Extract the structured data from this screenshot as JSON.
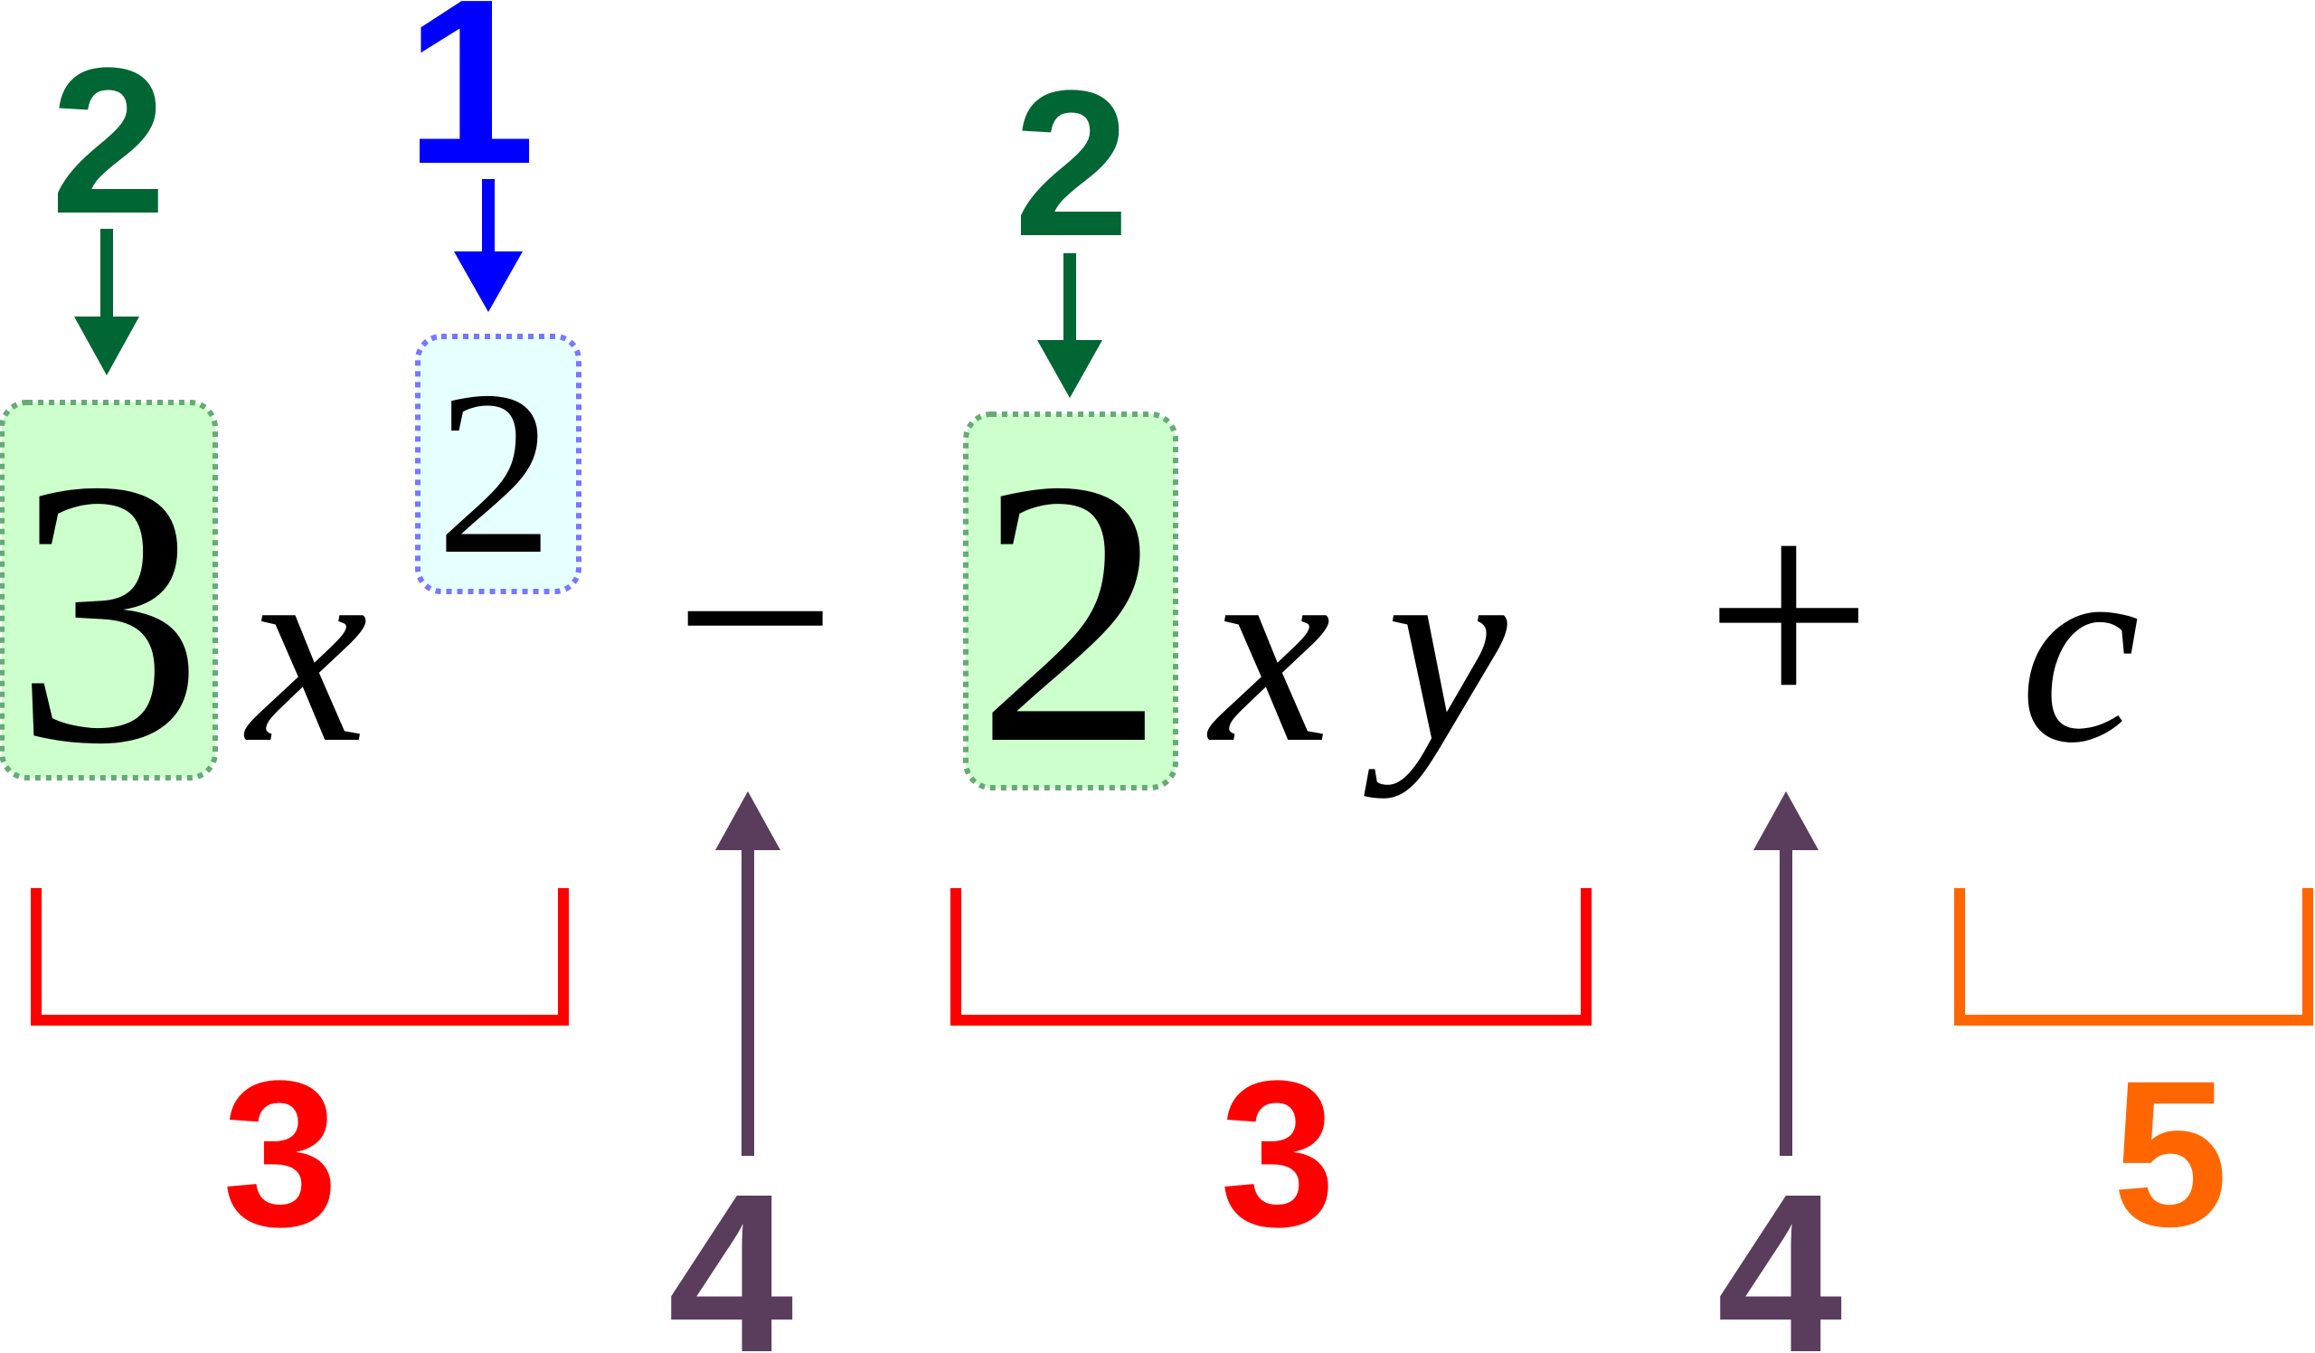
{
  "equation": {
    "coef1": "3",
    "var1": "x",
    "exponent": "2",
    "minus": "−",
    "coef2": "2",
    "var2": "x",
    "var3": "y",
    "plus": "+",
    "constant": "c"
  },
  "labels": {
    "exponent_label": "1",
    "coef1_label": "2",
    "coef2_label": "2",
    "term1_label": "3",
    "term2_label": "3",
    "minus_label": "4",
    "plus_label": "4",
    "constant_label": "5"
  },
  "colors": {
    "exponent": "#0000ff",
    "coefficient": "#006633",
    "term": "#ff0000",
    "operator": "#5a3c5c",
    "constant": "#ff6600",
    "coef_box_fill": "#ccffcc",
    "coef_box_border": "#66aa77",
    "exp_box_fill": "#e6ffff",
    "exp_box_border": "#7777ff"
  }
}
